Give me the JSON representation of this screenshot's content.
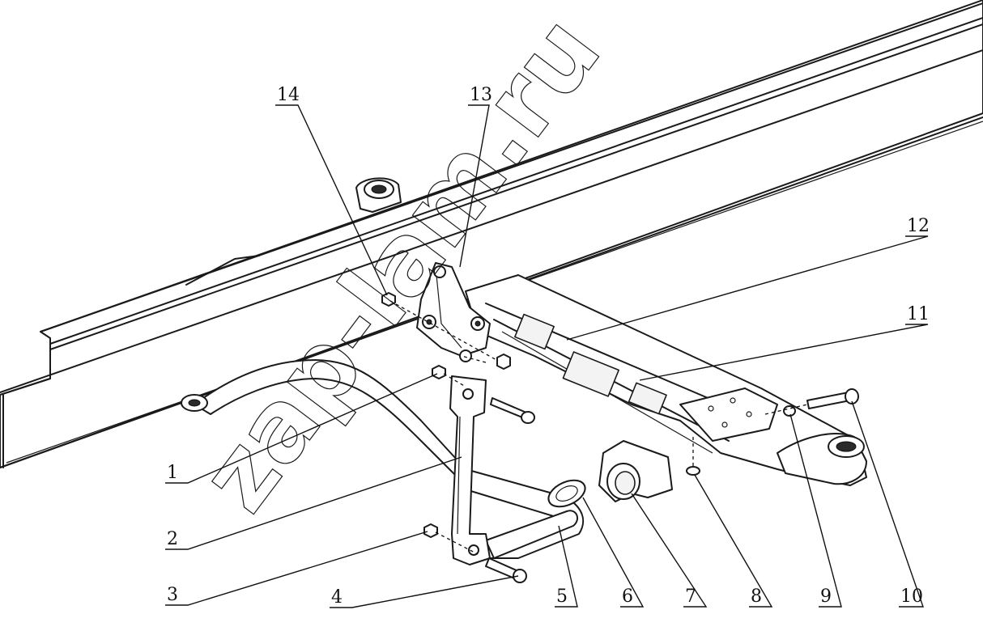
{
  "watermark": "zap-lam.ru",
  "callouts": [
    {
      "id": "1",
      "label": "1"
    },
    {
      "id": "2",
      "label": "2"
    },
    {
      "id": "3",
      "label": "3"
    },
    {
      "id": "4",
      "label": "4"
    },
    {
      "id": "5",
      "label": "5"
    },
    {
      "id": "6",
      "label": "6"
    },
    {
      "id": "7",
      "label": "7"
    },
    {
      "id": "8",
      "label": "8"
    },
    {
      "id": "9",
      "label": "9"
    },
    {
      "id": "10",
      "label": "10"
    },
    {
      "id": "11",
      "label": "11"
    },
    {
      "id": "12",
      "label": "12"
    },
    {
      "id": "13",
      "label": "13"
    },
    {
      "id": "14",
      "label": "14"
    }
  ]
}
